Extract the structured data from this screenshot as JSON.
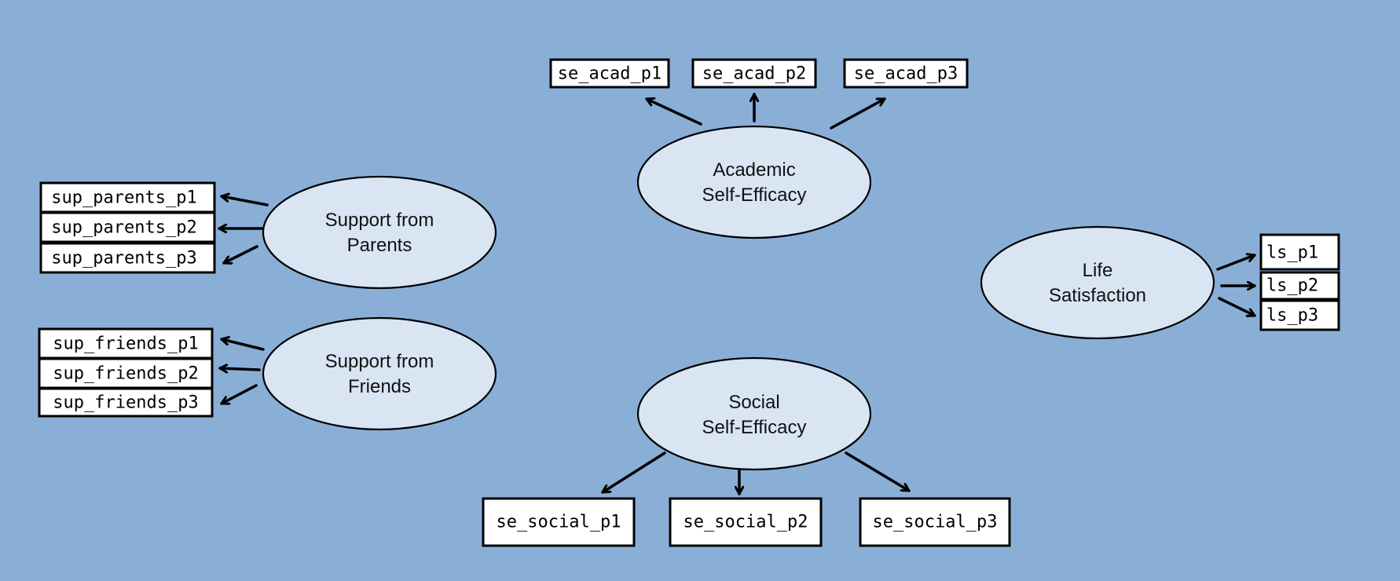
{
  "latents": {
    "academic": {
      "line1": "Academic",
      "line2": "Self-Efficacy"
    },
    "parents": {
      "line1": "Support from",
      "line2": "Parents"
    },
    "friends": {
      "line1": "Support from",
      "line2": "Friends"
    },
    "life": {
      "line1": "Life",
      "line2": "Satisfaction"
    },
    "social": {
      "line1": "Social",
      "line2": "Self-Efficacy"
    }
  },
  "indicators": {
    "se_acad_p1": "se_acad_p1",
    "se_acad_p2": "se_acad_p2",
    "se_acad_p3": "se_acad_p3",
    "sup_parents_p1": "sup_parents_p1",
    "sup_parents_p2": "sup_parents_p2",
    "sup_parents_p3": "sup_parents_p3",
    "sup_friends_p1": "sup_friends_p1",
    "sup_friends_p2": "sup_friends_p2",
    "sup_friends_p3": "sup_friends_p3",
    "ls_p1": "ls_p1",
    "ls_p2": "ls_p2",
    "ls_p3": "ls_p3",
    "se_social_p1": "se_social_p1",
    "se_social_p2": "se_social_p2",
    "se_social_p3": "se_social_p3"
  },
  "colors": {
    "background": "#8aafd7",
    "latent_fill": "#d9e5f3",
    "indicator_fill": "#ffffff",
    "stroke": "#000000"
  }
}
